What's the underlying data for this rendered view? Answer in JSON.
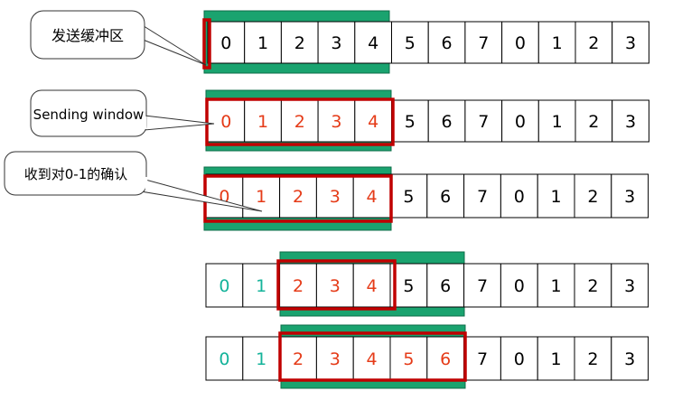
{
  "colors": {
    "buffer": "#1aa36f",
    "window": "#c00000",
    "text_default": "#000000",
    "text_window": "#e53b18",
    "text_acked": "#14b39a",
    "callout_border": "#333333"
  },
  "callouts": [
    {
      "text": "发送缓冲区"
    },
    {
      "text": "Sending window"
    },
    {
      "text": "收到对0-1的确认"
    }
  ],
  "rows": [
    {
      "cells": [
        {
          "label": "0",
          "state": "normal"
        },
        {
          "label": "1",
          "state": "normal"
        },
        {
          "label": "2",
          "state": "normal"
        },
        {
          "label": "3",
          "state": "normal"
        },
        {
          "label": "4",
          "state": "normal"
        },
        {
          "label": "5",
          "state": "normal"
        },
        {
          "label": "6",
          "state": "normal"
        },
        {
          "label": "7",
          "state": "normal"
        },
        {
          "label": "0",
          "state": "normal"
        },
        {
          "label": "1",
          "state": "normal"
        },
        {
          "label": "2",
          "state": "normal"
        },
        {
          "label": "3",
          "state": "normal"
        }
      ]
    },
    {
      "cells": [
        {
          "label": "0",
          "state": "window"
        },
        {
          "label": "1",
          "state": "window"
        },
        {
          "label": "2",
          "state": "window"
        },
        {
          "label": "3",
          "state": "window"
        },
        {
          "label": "4",
          "state": "window"
        },
        {
          "label": "5",
          "state": "normal"
        },
        {
          "label": "6",
          "state": "normal"
        },
        {
          "label": "7",
          "state": "normal"
        },
        {
          "label": "0",
          "state": "normal"
        },
        {
          "label": "1",
          "state": "normal"
        },
        {
          "label": "2",
          "state": "normal"
        },
        {
          "label": "3",
          "state": "normal"
        }
      ]
    },
    {
      "cells": [
        {
          "label": "0",
          "state": "window"
        },
        {
          "label": "1",
          "state": "window"
        },
        {
          "label": "2",
          "state": "window"
        },
        {
          "label": "3",
          "state": "window"
        },
        {
          "label": "4",
          "state": "window"
        },
        {
          "label": "5",
          "state": "normal"
        },
        {
          "label": "6",
          "state": "normal"
        },
        {
          "label": "7",
          "state": "normal"
        },
        {
          "label": "0",
          "state": "normal"
        },
        {
          "label": "1",
          "state": "normal"
        },
        {
          "label": "2",
          "state": "normal"
        },
        {
          "label": "3",
          "state": "normal"
        }
      ]
    },
    {
      "cells": [
        {
          "label": "0",
          "state": "acked"
        },
        {
          "label": "1",
          "state": "acked"
        },
        {
          "label": "2",
          "state": "window"
        },
        {
          "label": "3",
          "state": "window"
        },
        {
          "label": "4",
          "state": "window"
        },
        {
          "label": "5",
          "state": "normal"
        },
        {
          "label": "6",
          "state": "normal"
        },
        {
          "label": "7",
          "state": "normal"
        },
        {
          "label": "0",
          "state": "normal"
        },
        {
          "label": "1",
          "state": "normal"
        },
        {
          "label": "2",
          "state": "normal"
        },
        {
          "label": "3",
          "state": "normal"
        }
      ]
    },
    {
      "cells": [
        {
          "label": "0",
          "state": "acked"
        },
        {
          "label": "1",
          "state": "acked"
        },
        {
          "label": "2",
          "state": "window"
        },
        {
          "label": "3",
          "state": "window"
        },
        {
          "label": "4",
          "state": "window"
        },
        {
          "label": "5",
          "state": "window"
        },
        {
          "label": "6",
          "state": "window"
        },
        {
          "label": "7",
          "state": "normal"
        },
        {
          "label": "0",
          "state": "normal"
        },
        {
          "label": "1",
          "state": "normal"
        },
        {
          "label": "2",
          "state": "normal"
        },
        {
          "label": "3",
          "state": "normal"
        }
      ]
    }
  ]
}
